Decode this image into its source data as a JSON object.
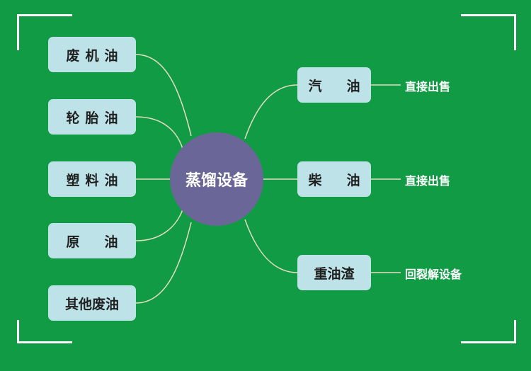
{
  "center": {
    "label": "蒸馏设备"
  },
  "inputs": [
    {
      "label": "废机油",
      "spaced": true
    },
    {
      "label": "轮胎油",
      "spaced": true
    },
    {
      "label": "塑料油",
      "spaced": true
    },
    {
      "label": "原　油",
      "spaced": true
    },
    {
      "label": "其他废油",
      "spaced": false
    }
  ],
  "outputs": [
    {
      "label": "汽　油",
      "spaced": true,
      "destination": "直接出售"
    },
    {
      "label": "柴　油",
      "spaced": true,
      "destination": "直接出售"
    },
    {
      "label": "重油渣",
      "spaced": false,
      "destination": "回裂解设备"
    }
  ],
  "colors": {
    "background": "#109b44",
    "node_box": "#bde3e9",
    "center_circle": "#6a6798",
    "connector": "#e6ddc2"
  }
}
